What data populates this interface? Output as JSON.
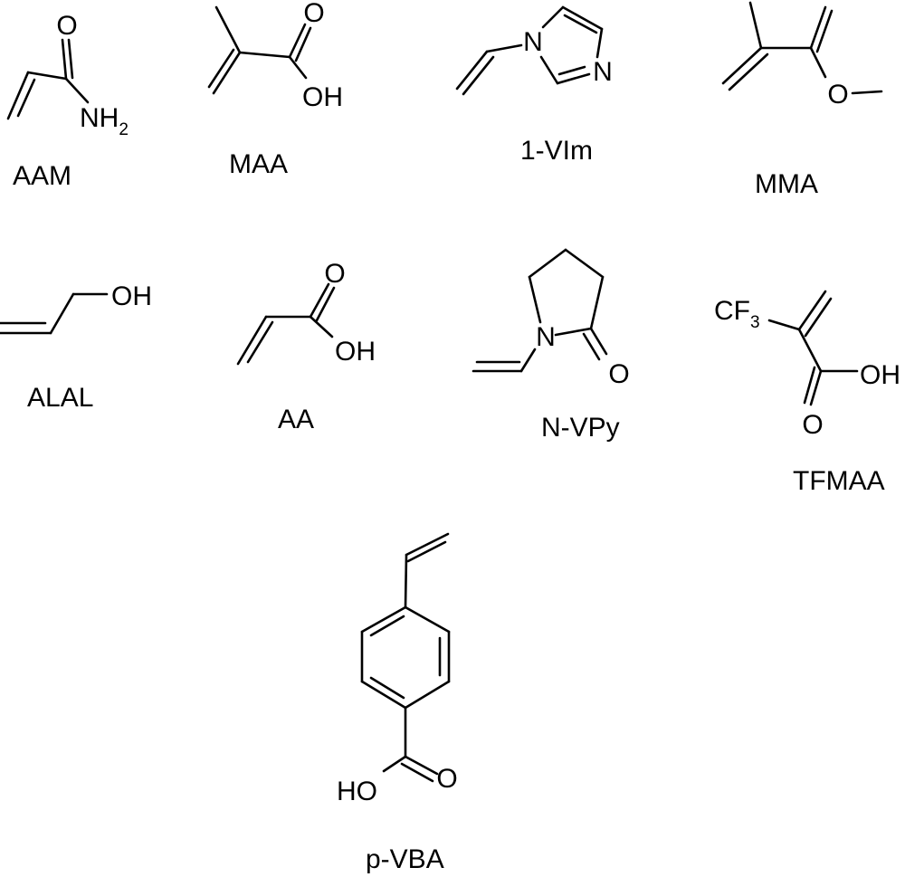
{
  "molecules": {
    "aam": {
      "name": "AAM",
      "atoms": {
        "o": "O",
        "n": "NH",
        "n_sub": "2"
      }
    },
    "maa": {
      "name": "MAA",
      "atoms": {
        "o": "O",
        "oh": "OH"
      }
    },
    "vim": {
      "name": "1-VIm",
      "atoms": {
        "n1": "N",
        "n3": "N"
      }
    },
    "mma": {
      "name": "MMA",
      "atoms": {
        "o": "O"
      }
    },
    "alal": {
      "name": "ALAL",
      "atoms": {
        "oh": "OH"
      }
    },
    "aa": {
      "name": "AA",
      "atoms": {
        "o": "O",
        "oh": "OH"
      }
    },
    "nvpy": {
      "name": "N-VPy",
      "atoms": {
        "n": "N",
        "o": "O"
      }
    },
    "tfmaa": {
      "name": "TFMAA",
      "atoms": {
        "cf": "CF",
        "cf_sub": "3",
        "oh": "OH",
        "o": "O"
      }
    },
    "pvba": {
      "name": "p-VBA",
      "atoms": {
        "ho": "HO",
        "o": "O"
      }
    }
  }
}
